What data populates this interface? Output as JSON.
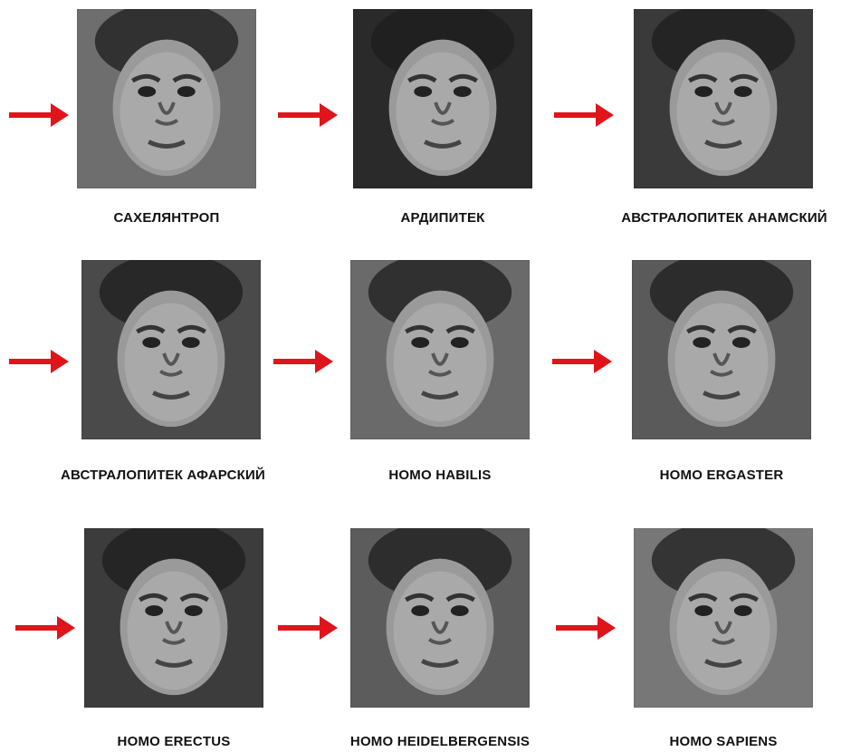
{
  "arrow_color": "#e0141b",
  "rows": [
    [
      {
        "caption": "САХЕЛЯНТРОП",
        "icon": "hominid-portrait-icon",
        "tone": "#6e6e6e"
      },
      {
        "caption": "АРДИПИТЕК",
        "icon": "hominid-portrait-icon",
        "tone": "#2a2a2a"
      },
      {
        "caption": "АВСТРАЛОПИТЕК АНАМСКИЙ",
        "icon": "hominid-portrait-icon",
        "tone": "#3a3a3a"
      }
    ],
    [
      {
        "caption": "АВСТРАЛОПИТЕК АФАРСКИЙ",
        "icon": "hominid-portrait-icon",
        "tone": "#4a4a4a"
      },
      {
        "caption": "HOMO HABILIS",
        "icon": "hominid-portrait-icon",
        "tone": "#6a6a6a"
      },
      {
        "caption": "HOMO ERGASTER",
        "icon": "hominid-portrait-icon",
        "tone": "#5a5a5a"
      }
    ],
    [
      {
        "caption": "HOMO ERECTUS",
        "icon": "hominid-portrait-icon",
        "tone": "#3c3c3c"
      },
      {
        "caption": "HOMO HEIDELBERGENSIS",
        "icon": "hominid-portrait-icon",
        "tone": "#5c5c5c"
      },
      {
        "caption": "HOMO SAPIENS",
        "icon": "hominid-portrait-icon",
        "tone": "#777777"
      }
    ]
  ]
}
